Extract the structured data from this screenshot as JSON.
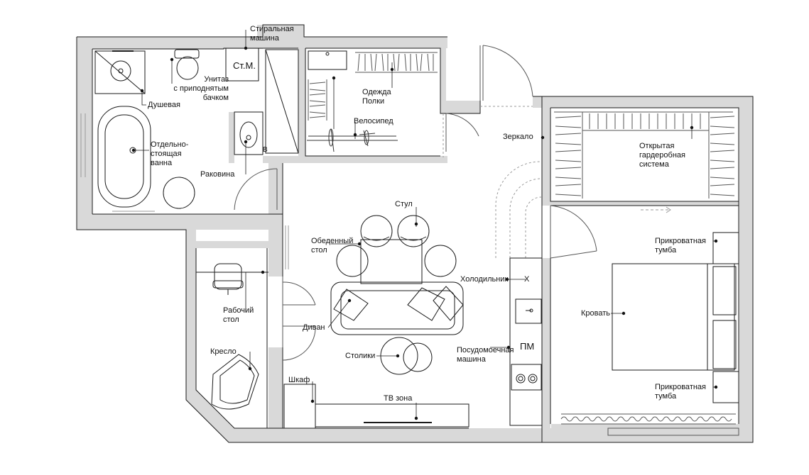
{
  "labels": {
    "washer": "Стиральная\nмашина",
    "washer_tag": "Ст.М.",
    "toilet": "Унитаз\nс приподнятым\nбачком",
    "shower": "Душевая",
    "bathtub": "Отдельно-\nстоящая\nванна",
    "sink": "Раковина",
    "b_mark": "В",
    "clothes": "Одежда\nПолки",
    "bicycle": "Велосипед",
    "mirror": "Зеркало",
    "wardrobe": "Открытая\nгардеробная\nсистема",
    "chair": "Стул",
    "dining_table": "Обеденный\nстол",
    "fridge": "Холодильник",
    "fridge_mark": "Х",
    "nightstand_top": "Прикроватная\nтумба",
    "bed": "Кровать",
    "desk": "Рабочий\nстол",
    "sofa": "Диван",
    "dishwasher": "Посудомоечная\nмашина",
    "dishwasher_mark": "ПМ",
    "armchair": "Кресло",
    "tables": "Столики",
    "cabinet": "Шкаф",
    "tv_zone": "ТВ зона",
    "nightstand_bottom": "Прикроватная\nтумба"
  },
  "colors": {
    "wall": "#d9d9d9",
    "line": "#1a1a1a",
    "thin": "#555555",
    "dashed": "#9a9a9a"
  }
}
